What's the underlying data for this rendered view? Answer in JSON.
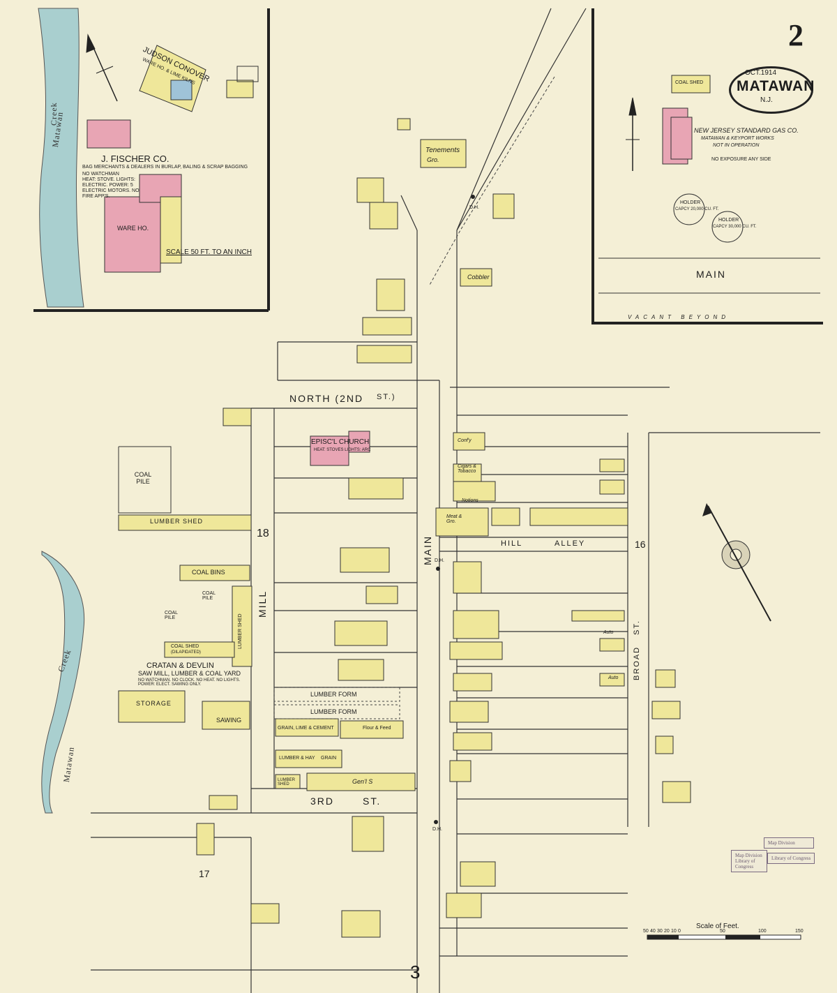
{
  "sheet": {
    "page_number": "2",
    "date": "OCT.1914",
    "town": "MATAWAN",
    "state": "N.J."
  },
  "streets": {
    "north": "NORTH (2ND",
    "north_suffix": "ST.)",
    "third": "3RD",
    "third_suffix": "ST.",
    "main": "MAIN",
    "mill": "MILL",
    "broad": "BROAD",
    "broad_suffix": "ST.",
    "hill_alley_a": "HILL",
    "hill_alley_b": "ALLEY",
    "inset_main": "MAIN",
    "vacant": "VACANT BEYOND"
  },
  "block_numbers": {
    "b18": "18",
    "b16": "16",
    "b17": "17",
    "b3": "3"
  },
  "creek": {
    "name_top": "Matawan",
    "creek_top": "Creek",
    "name_bottom": "Matawan",
    "creek_bottom": "Creek"
  },
  "left_inset": {
    "judson": "JUDSON CONOVER",
    "judson_sub": "WARE HO. & LIME KILNS",
    "fischer": "J. FISCHER CO.",
    "fischer_sub": "BAG MERCHANTS & DEALERS IN BURLAP, BALING & SCRAP BAGGING",
    "fischer_notes": [
      "NO WATCHMAN",
      "HEAT: STOVE. LIGHTS:",
      "ELECTRIC. POWER: 5",
      "ELECTRIC MOTORS. NO",
      "FIRE APP'S."
    ],
    "ware_ho": "WARE HO.",
    "scale": "SCALE 50 FT. TO AN INCH"
  },
  "right_inset": {
    "company": "NEW JERSEY STANDARD GAS CO.",
    "works": "MATAWAN & KEYPORT WORKS",
    "status": "NOT IN OPERATION",
    "exposure": "NO EXPOSURE ANY SIDE",
    "holder1": "HOLDER",
    "holder1_cap": "CAPCY 20,000 CU. FT.",
    "holder2": "HOLDER",
    "holder2_cap": "CAPCY 30,000 CU. FT.",
    "coal_shed": "COAL SHED"
  },
  "labels": {
    "tenements": "Tenements",
    "gro": "Gro.",
    "cobbler": "Cobbler",
    "church": "EPISC'L CHURCH",
    "church_sub": "HEAT: STOVES LIGHTS: ARC",
    "coal_pile": "COAL PILE",
    "lumber_shed": "LUMBER SHED",
    "coal_bins": "COAL BINS",
    "coal_pile2": "COAL PILE",
    "coal_pile3": "COAL PILE",
    "coal_shed": "COAL SHED",
    "coal_shed_sub": "(DILAPIDATED)",
    "lumber_shed_v": "LUMBER SHED",
    "cratan": "CRATAN & DEVLIN",
    "cratan_sub": "SAW MILL, LUMBER & COAL YARD",
    "cratan_notes": "NO WATCHMAN. NO CLOCK. NO HEAT. NO LIGHTS. POWER: ELECT. SAWING ONLY.",
    "storage": "STORAGE",
    "sawing": "SAWING",
    "lumber_form1": "LUMBER FORM",
    "lumber_form2": "LUMBER FORM",
    "grain": "GRAIN, LIME & CEMENT",
    "flour": "Flour & Feed",
    "lumber_hay": "LUMBER & HAY",
    "grain2": "GRAIN",
    "gents": "Gen'l S",
    "lumber_shed2": "LUMBER SHED",
    "confy": "Conf'y",
    "cigars": "Cigars & Tobacco",
    "notions": "Notions",
    "meat": "Meat & Gro.",
    "auto1": "Auto",
    "auto2": "Auto",
    "dh": "D.H.",
    "scale_of_feet": "Scale of Feet."
  },
  "scale_ticks": [
    "50",
    "40",
    "30",
    "20",
    "10",
    "0",
    "50",
    "100",
    "150"
  ],
  "stamps": {
    "a": "Map Division",
    "b": "Library of Congress",
    "c": "Map Division Library of Congress"
  },
  "colors": {
    "paper": "#f4efd6",
    "brick": "#e8a5b4",
    "frame": "#efe79a",
    "water": "#a9cfcf",
    "stone": "#9fc3d8",
    "line": "#2a2a2a"
  }
}
